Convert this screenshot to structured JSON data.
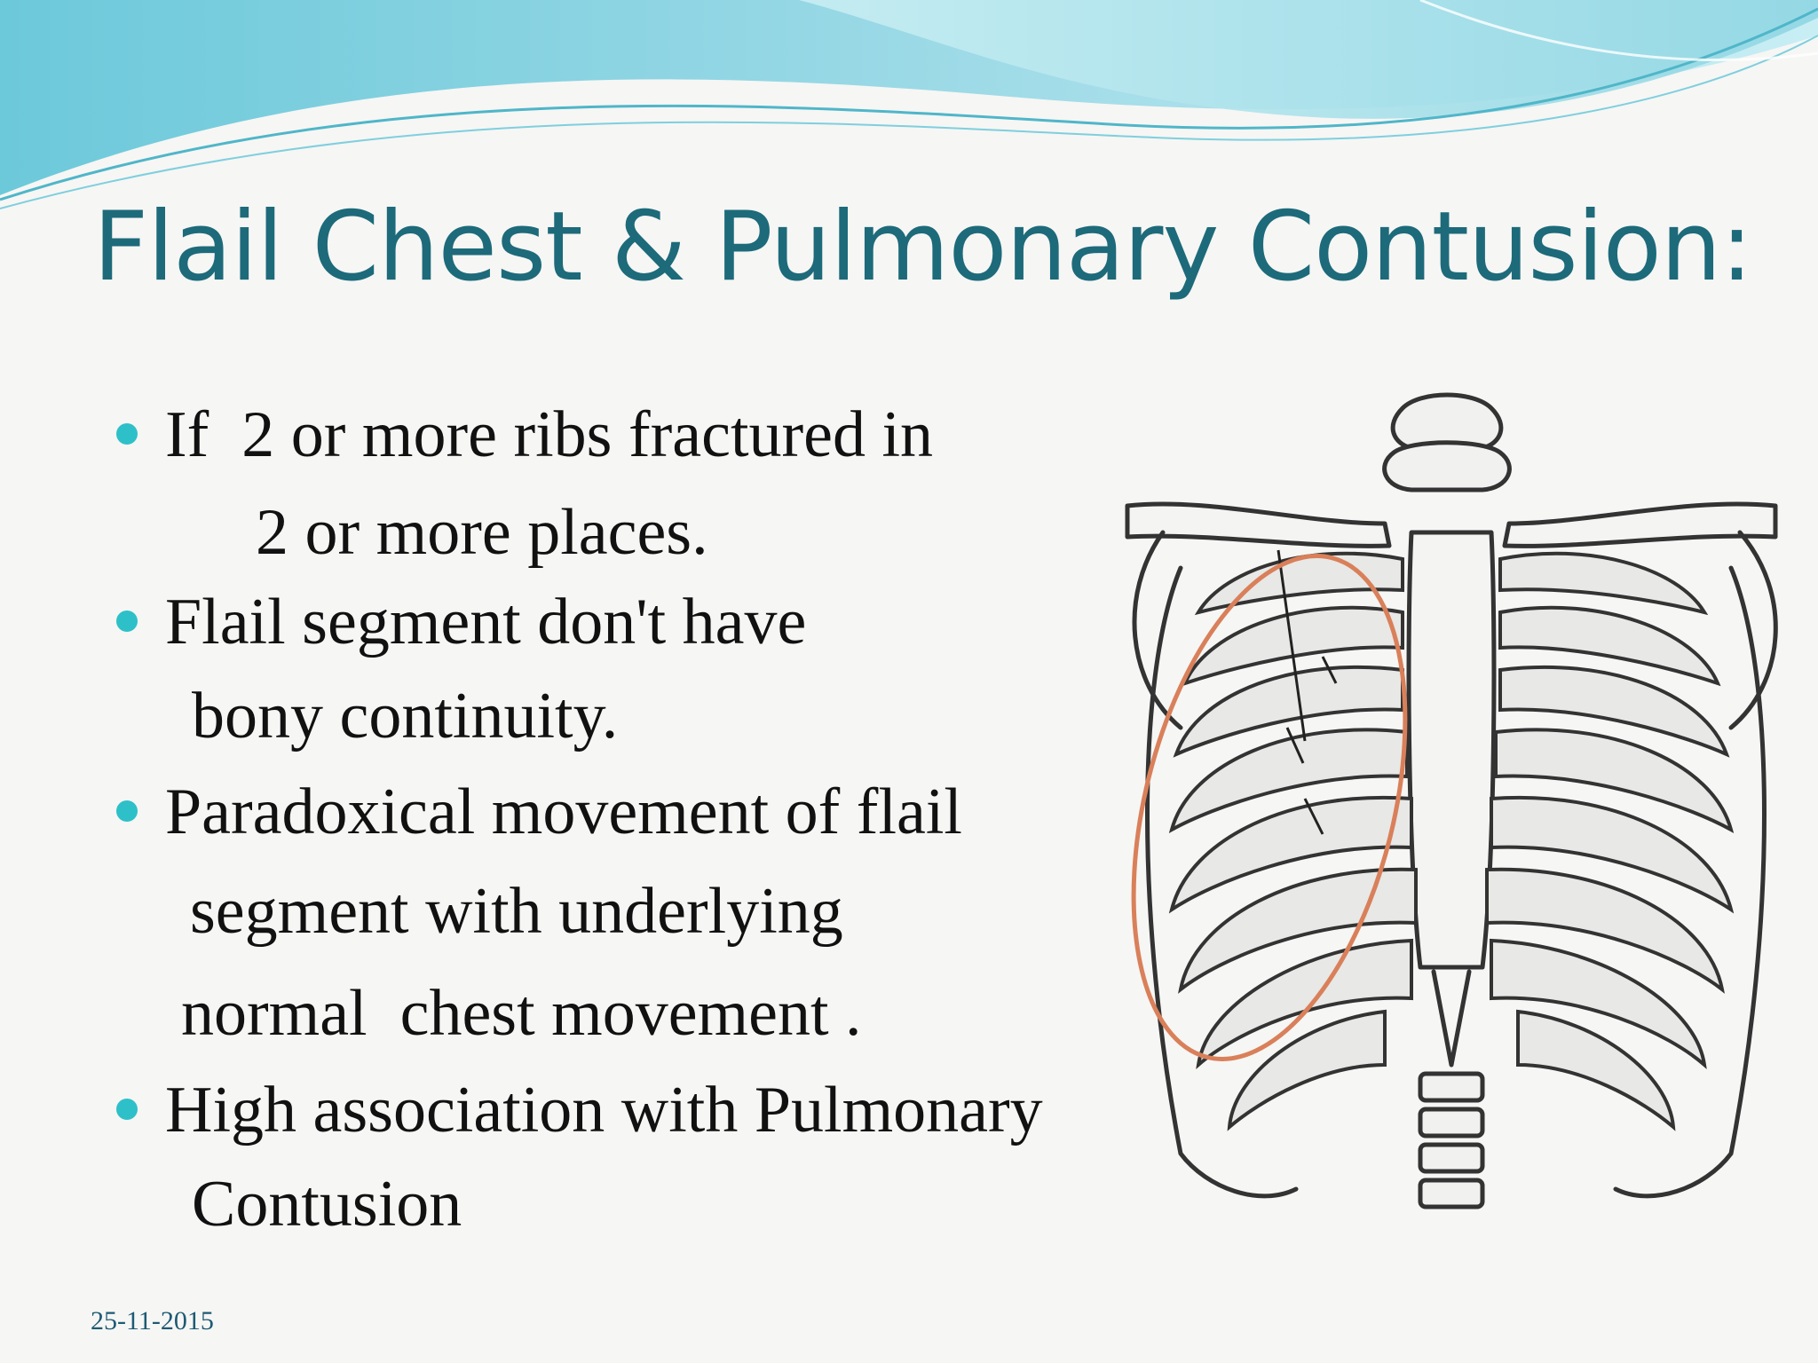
{
  "slide": {
    "title": "Flail Chest & Pulmonary Contusion:",
    "bullets": [
      {
        "lines": [
          "If  2 or more ribs fractured in",
          "2 or more places."
        ]
      },
      {
        "lines": [
          "Flail segment don't have",
          "bony continuity."
        ]
      },
      {
        "lines": [
          "Paradoxical movement of flail",
          "segment with underlying",
          "normal  chest movement ."
        ]
      },
      {
        "lines": [
          "High association with Pulmonary",
          "Contusion"
        ]
      }
    ],
    "date": "25-11-2015"
  },
  "colors": {
    "title": "#1d6a7a",
    "bullet": "#2ec0c9",
    "wave_light": "#c9eef3",
    "wave_mid": "#8fd6e3",
    "wave_dark": "#5bbfd3",
    "highlight_ring": "#d9805a"
  },
  "illustration": {
    "icon": "ribcage-flail-segment-illustration"
  }
}
